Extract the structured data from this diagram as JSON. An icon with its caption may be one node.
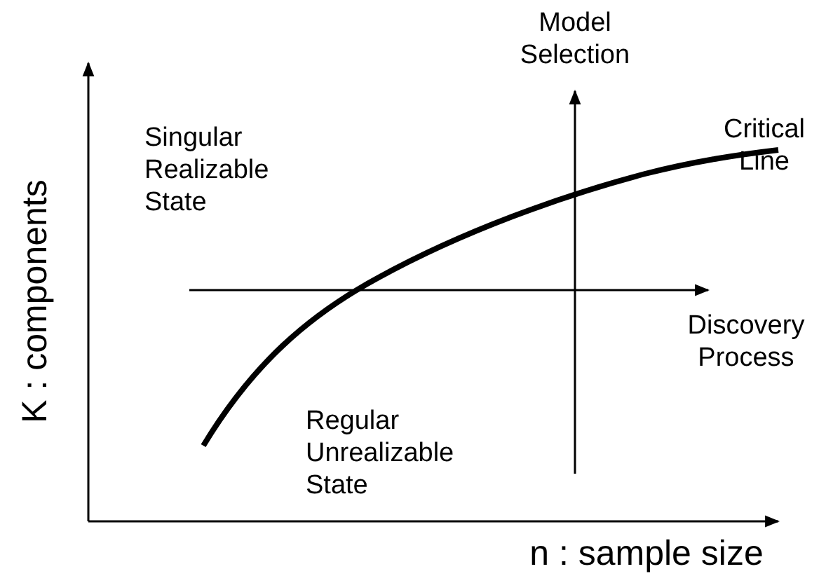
{
  "diagram": {
    "labels": [
      "Model Selection",
      "Singular Realizable State",
      "Critical Line",
      "Discovery Process",
      "Regular Unrealizable State",
      "K : components",
      "n : sample size"
    ]
  }
}
